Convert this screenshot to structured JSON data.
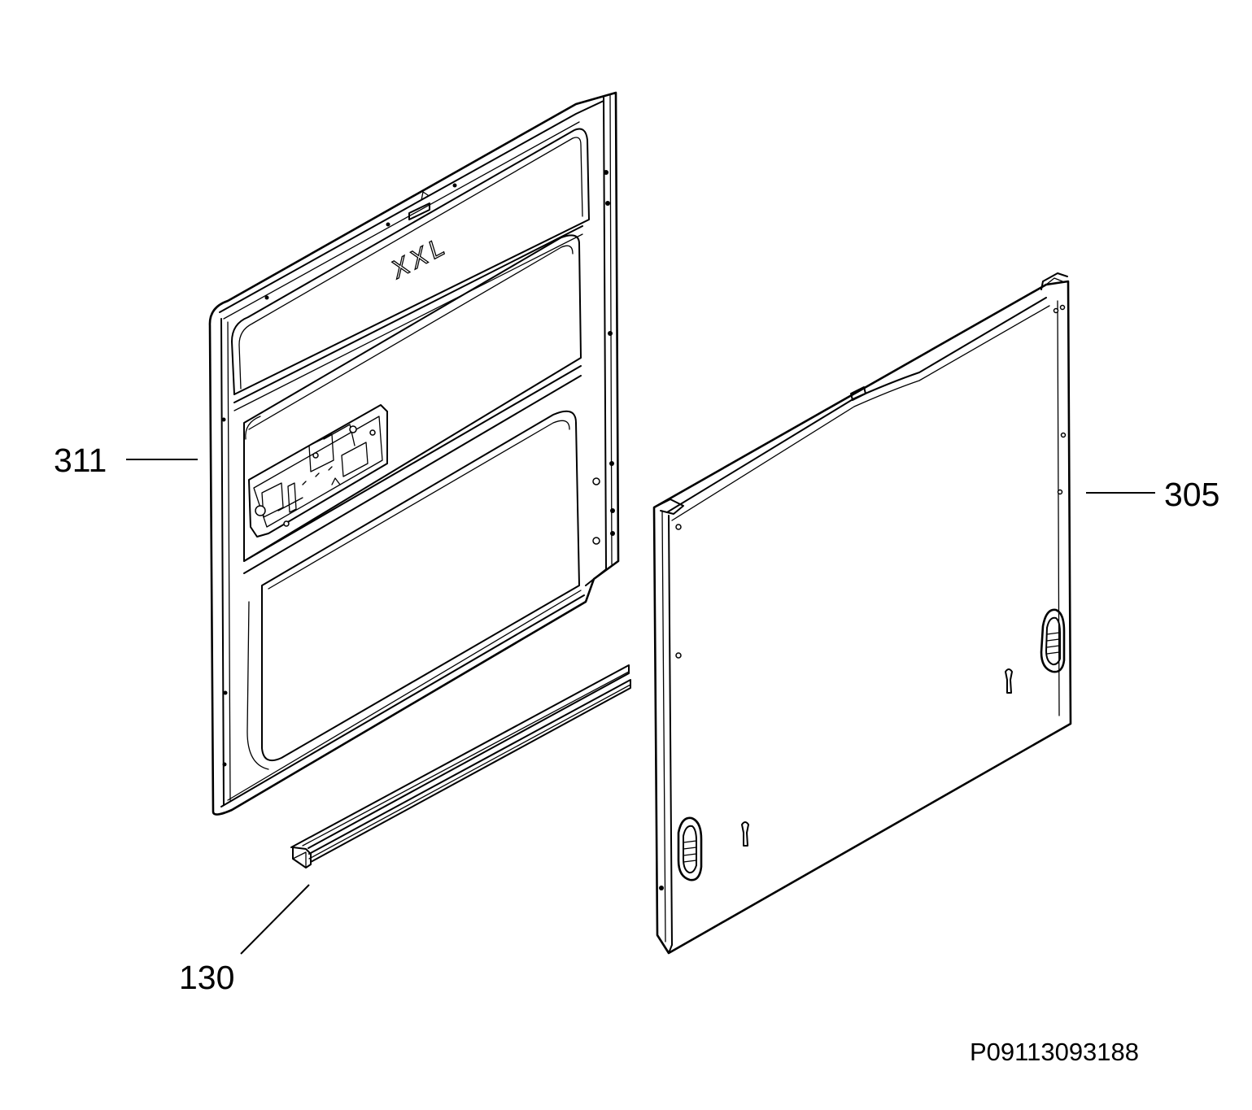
{
  "diagram": {
    "type": "exploded-parts-drawing",
    "parts": [
      {
        "id": "311",
        "label": "311",
        "depicts": "inner-door-panel"
      },
      {
        "id": "305",
        "label": "305",
        "depicts": "outer-door-panel"
      },
      {
        "id": "130",
        "label": "130",
        "depicts": "door-bottom-seal-strip"
      }
    ],
    "embossed_logo_text": "XXL",
    "drawing_code": "P09113093188",
    "colors": {
      "background": "#ffffff",
      "line": "#000000"
    }
  }
}
